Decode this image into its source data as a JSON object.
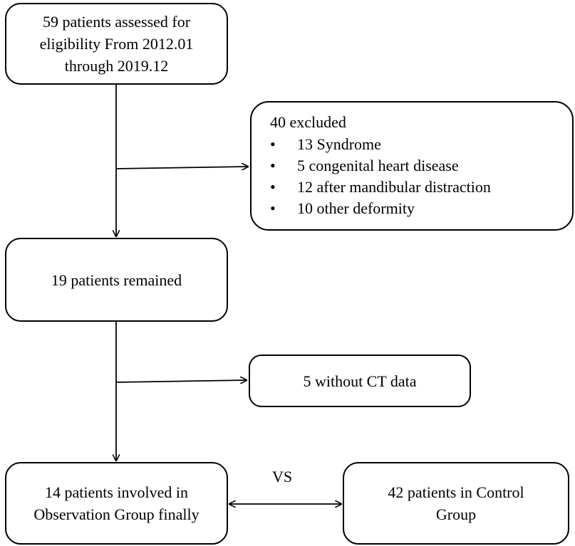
{
  "start_box": {
    "lines": [
      "59 patients assessed for",
      "eligibility From 2012.01",
      "through 2019.12"
    ]
  },
  "excluded_box": {
    "title": "40 excluded",
    "items": [
      "13 Syndrome",
      "5 congenital heart disease",
      "12 after mandibular distraction",
      "10 other deformity"
    ],
    "bullet": "•"
  },
  "remained_box": {
    "label": "19 patients remained"
  },
  "no_ct_box": {
    "label": "5 without CT data"
  },
  "observation_box": {
    "lines": [
      "14 patients involved in",
      "Observation Group finally"
    ]
  },
  "control_box": {
    "lines": [
      "42 patients in Control",
      "Group"
    ]
  },
  "comparison": {
    "label": "VS"
  }
}
